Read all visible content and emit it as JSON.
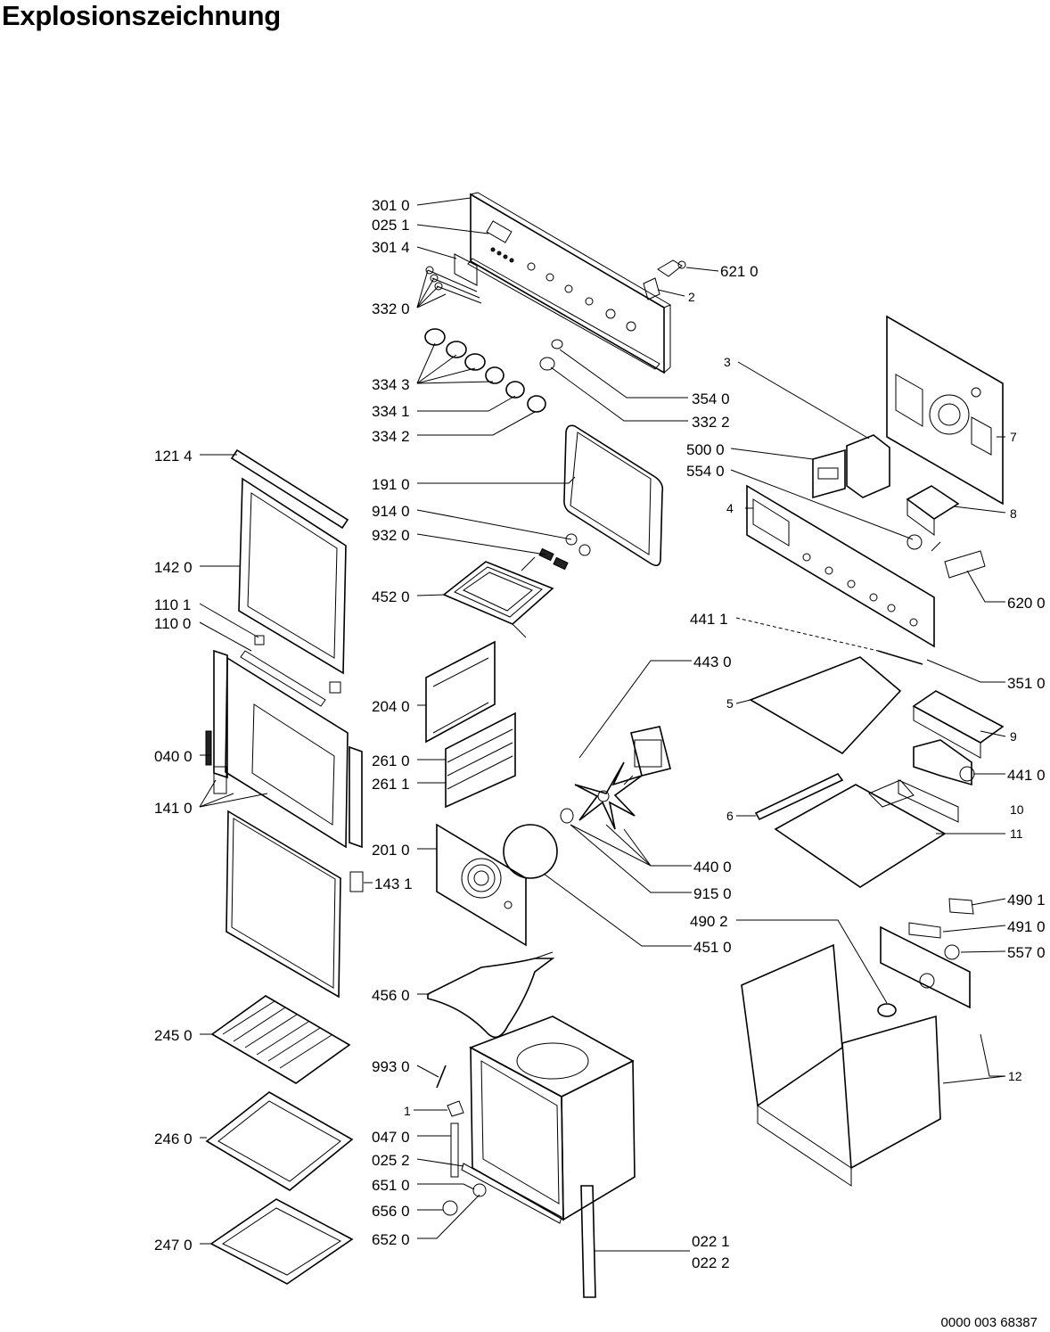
{
  "title": "Explosionszeichnung",
  "document_number": "0000 003 68387",
  "parts": [
    {
      "id": "p3010",
      "label": "301 0"
    },
    {
      "id": "p0251",
      "label": "025 1"
    },
    {
      "id": "p3014",
      "label": "301 4"
    },
    {
      "id": "p3320",
      "label": "332 0"
    },
    {
      "id": "p6210",
      "label": "621 0"
    },
    {
      "id": "p2",
      "label": "2"
    },
    {
      "id": "p3343",
      "label": "334 3"
    },
    {
      "id": "p3341",
      "label": "334 1"
    },
    {
      "id": "p3342",
      "label": "334 2"
    },
    {
      "id": "p3540",
      "label": "354 0"
    },
    {
      "id": "p3322",
      "label": "332 2"
    },
    {
      "id": "p3",
      "label": "3"
    },
    {
      "id": "p7",
      "label": "7"
    },
    {
      "id": "p5000",
      "label": "500 0"
    },
    {
      "id": "p5540",
      "label": "554 0"
    },
    {
      "id": "p4",
      "label": "4"
    },
    {
      "id": "p8",
      "label": "8"
    },
    {
      "id": "p6200",
      "label": "620 0"
    },
    {
      "id": "p1214",
      "label": "121 4"
    },
    {
      "id": "p1910",
      "label": "191 0"
    },
    {
      "id": "p9140",
      "label": "914 0"
    },
    {
      "id": "p9320",
      "label": "932 0"
    },
    {
      "id": "p1420",
      "label": "142 0"
    },
    {
      "id": "p4520",
      "label": "452 0"
    },
    {
      "id": "p1101",
      "label": "110 1"
    },
    {
      "id": "p1100",
      "label": "110 0"
    },
    {
      "id": "p4411",
      "label": "441 1"
    },
    {
      "id": "p4430",
      "label": "443 0"
    },
    {
      "id": "p3510",
      "label": "351 0"
    },
    {
      "id": "p5",
      "label": "5"
    },
    {
      "id": "p2040",
      "label": "204 0"
    },
    {
      "id": "p9",
      "label": "9"
    },
    {
      "id": "p0400",
      "label": "040 0"
    },
    {
      "id": "p2610",
      "label": "261 0"
    },
    {
      "id": "p2611",
      "label": "261 1"
    },
    {
      "id": "p4410",
      "label": "441 0"
    },
    {
      "id": "p1410",
      "label": "141 0"
    },
    {
      "id": "p10",
      "label": "10"
    },
    {
      "id": "p6",
      "label": "6"
    },
    {
      "id": "p11",
      "label": "11"
    },
    {
      "id": "p2010",
      "label": "201 0"
    },
    {
      "id": "p4400",
      "label": "440 0"
    },
    {
      "id": "p1431",
      "label": "143 1"
    },
    {
      "id": "p9150",
      "label": "915 0"
    },
    {
      "id": "p4901",
      "label": "490 1"
    },
    {
      "id": "p4902",
      "label": "490 2"
    },
    {
      "id": "p4910",
      "label": "491 0"
    },
    {
      "id": "p4510",
      "label": "451 0"
    },
    {
      "id": "p5570",
      "label": "557 0"
    },
    {
      "id": "p4560",
      "label": "456 0"
    },
    {
      "id": "p2450",
      "label": "245 0"
    },
    {
      "id": "p9930",
      "label": "993 0"
    },
    {
      "id": "p12",
      "label": "12"
    },
    {
      "id": "p1",
      "label": "1"
    },
    {
      "id": "p2460",
      "label": "246 0"
    },
    {
      "id": "p0470",
      "label": "047 0"
    },
    {
      "id": "p0252",
      "label": "025 2"
    },
    {
      "id": "p6510",
      "label": "651 0"
    },
    {
      "id": "p6560",
      "label": "656 0"
    },
    {
      "id": "p6520",
      "label": "652 0"
    },
    {
      "id": "p2470",
      "label": "247 0"
    },
    {
      "id": "p0221",
      "label": "022 1"
    },
    {
      "id": "p0222",
      "label": "022 2"
    }
  ]
}
